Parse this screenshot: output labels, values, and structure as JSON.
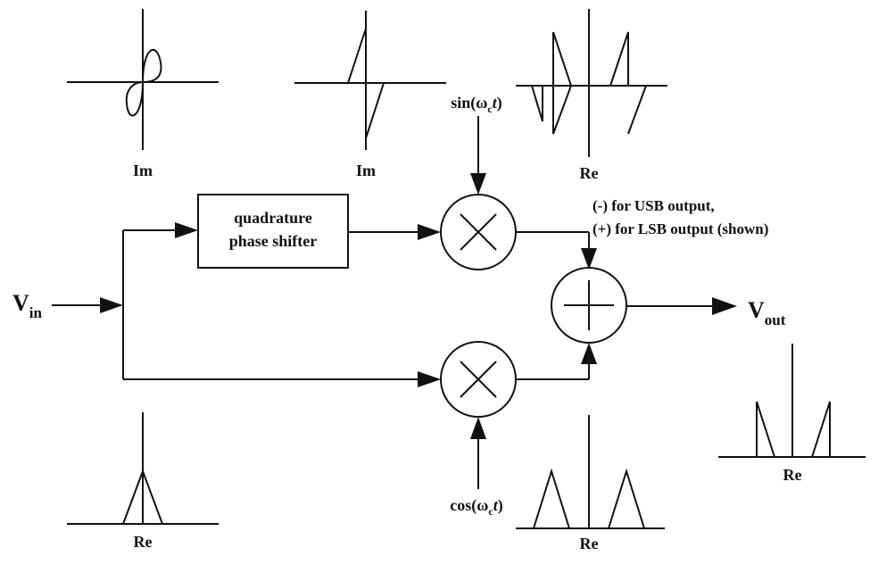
{
  "input": {
    "base": "V",
    "sub": "in"
  },
  "output": {
    "base": "V",
    "sub": "out"
  },
  "phase_shifter": {
    "line1": "quadrature",
    "line2": "phase shifter"
  },
  "carrier_sin": {
    "fn": "sin(ω",
    "sub": "c",
    "var": "t",
    "close": ")"
  },
  "carrier_cos": {
    "fn": "cos(ω",
    "sub": "c",
    "var": "t",
    "close": ")"
  },
  "sideband_note": {
    "line1": "(-) for USB output,",
    "line2": "(+) for LSB output (shown)"
  },
  "spectra": {
    "top_left_axis": "Im",
    "top_mid_axis": "Im",
    "top_right_axis": "Re",
    "bottom_left_axis": "Re",
    "bottom_mid_axis": "Re",
    "output_axis": "Re"
  }
}
